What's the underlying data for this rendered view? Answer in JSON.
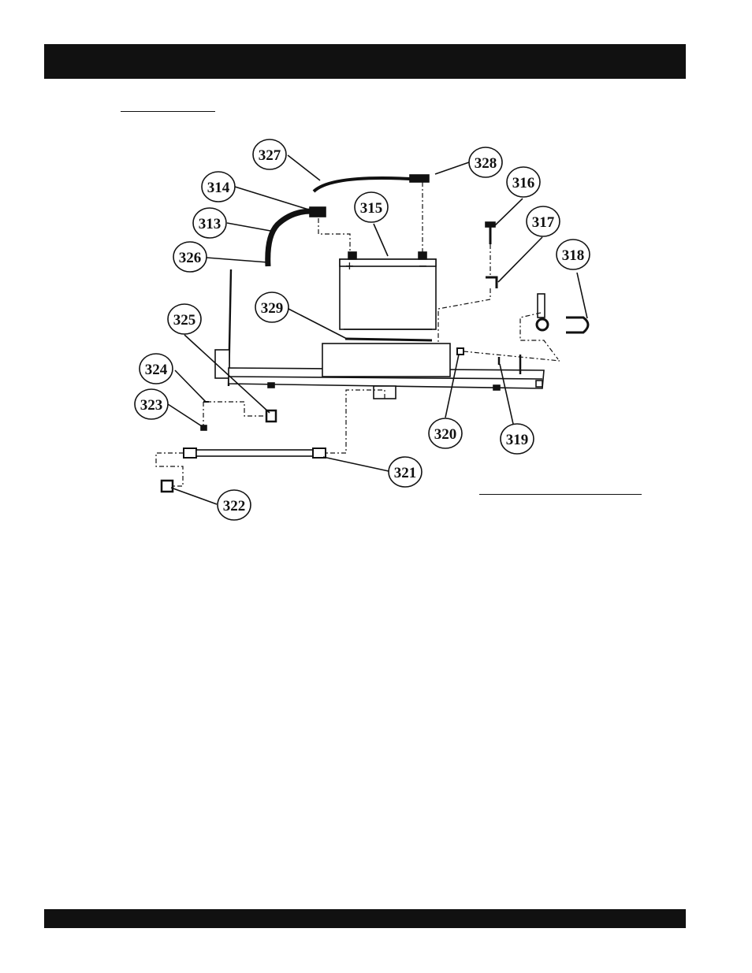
{
  "colors": {
    "bar": "#111111",
    "ink": "#111111",
    "paper": "#ffffff"
  },
  "diagram": {
    "callouts": [
      {
        "id": "c327",
        "label": "327"
      },
      {
        "id": "c328",
        "label": "328"
      },
      {
        "id": "c314",
        "label": "314"
      },
      {
        "id": "c315",
        "label": "315"
      },
      {
        "id": "c316",
        "label": "316"
      },
      {
        "id": "c313",
        "label": "313"
      },
      {
        "id": "c317",
        "label": "317"
      },
      {
        "id": "c326",
        "label": "326"
      },
      {
        "id": "c318",
        "label": "318"
      },
      {
        "id": "c329",
        "label": "329"
      },
      {
        "id": "c325",
        "label": "325"
      },
      {
        "id": "c324",
        "label": "324"
      },
      {
        "id": "c323",
        "label": "323"
      },
      {
        "id": "c320",
        "label": "320"
      },
      {
        "id": "c319",
        "label": "319"
      },
      {
        "id": "c321",
        "label": "321"
      },
      {
        "id": "c322",
        "label": "322"
      }
    ],
    "battery_plus": "+",
    "battery_minus": "−"
  }
}
